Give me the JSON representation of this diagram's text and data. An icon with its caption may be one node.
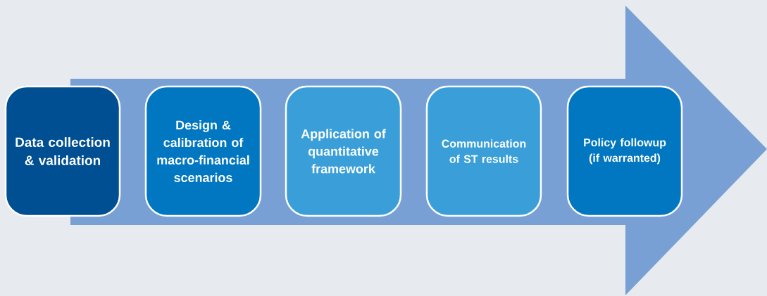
{
  "diagram": {
    "nodes": [
      {
        "text": [
          "Data collection & validation"
        ]
      },
      {
        "text": [
          "Design & calibration of macro-financial scenarios"
        ]
      },
      {
        "text": [
          "Application of quantitative framework"
        ]
      },
      {
        "text": [
          "Communication of ST results"
        ]
      },
      {
        "text": [
          "Policy followup (if warranted)"
        ]
      }
    ]
  }
}
